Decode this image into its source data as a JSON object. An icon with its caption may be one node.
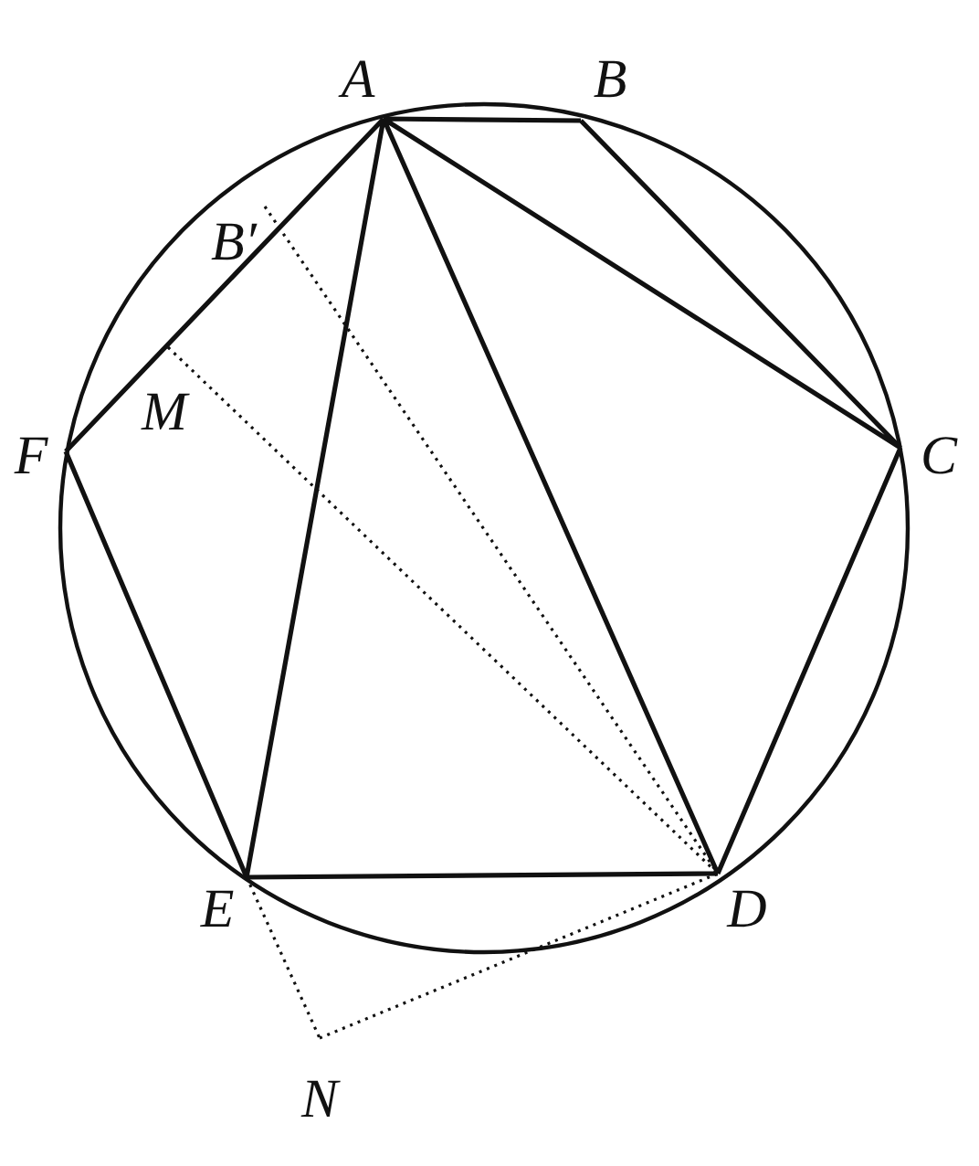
{
  "diagram": {
    "labels": [
      "A",
      "B",
      "B′",
      "M",
      "F",
      "C",
      "E",
      "D",
      "N"
    ]
  }
}
